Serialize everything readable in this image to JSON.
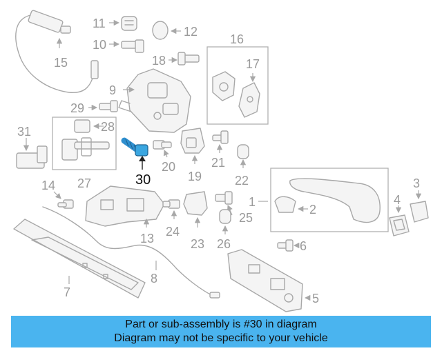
{
  "callouts": [
    "1",
    "2",
    "3",
    "4",
    "5",
    "6",
    "7",
    "8",
    "9",
    "10",
    "11",
    "12",
    "13",
    "14",
    "15",
    "16",
    "17",
    "18",
    "19",
    "20",
    "21",
    "22",
    "23",
    "24",
    "25",
    "26",
    "27",
    "28",
    "29",
    "30",
    "31"
  ],
  "highlight": {
    "label": "30",
    "color": "#3aa6e0"
  },
  "banner": {
    "line1": "Part or sub-assembly is #30 in diagram",
    "line2": "Diagram may not be specific to your vehicle",
    "background": "#4ab4ef"
  }
}
